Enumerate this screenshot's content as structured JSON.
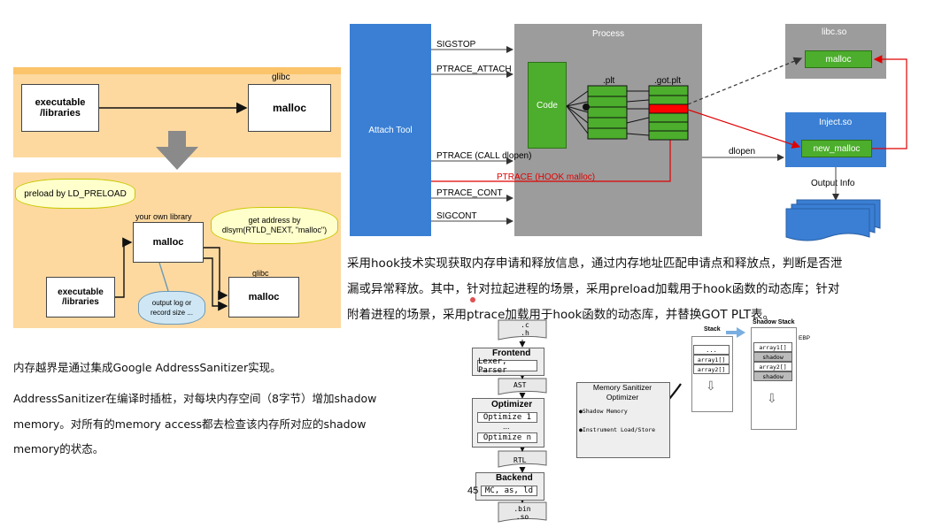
{
  "diagram_left": {
    "top": {
      "executable": "executable\n/libraries",
      "glibc": "glibc",
      "malloc": "malloc"
    },
    "bottom": {
      "preload_label": "preload by LD_PRELOAD",
      "your_lib_label": "your own library",
      "lib_malloc": "malloc",
      "get_address": "get address by\ndlsym(RTLD_NEXT, \"malloc\")",
      "glibc": "glibc",
      "glibc_malloc": "malloc",
      "executable": "executable\n/libraries",
      "output_log": "output log or\nrecord size ..."
    }
  },
  "diagram_hook": {
    "attach_tool": "Attach Tool",
    "process": "Process",
    "signals": [
      "SIGSTOP",
      "PTRACE_ATTACH",
      "PTRACE (CALL dlopen)",
      "PTRACE (HOOK malloc)",
      "PTRACE_CONT",
      "SIGCONT"
    ],
    "code": "Code",
    "plt": ".plt",
    "got_plt": ".got.plt",
    "libc_so": "libc.so",
    "libc_malloc": "malloc",
    "inject_so": "Inject.so",
    "new_malloc": "new_malloc",
    "dlopen": "dlopen",
    "output_info": "Output Info"
  },
  "text": {
    "hook_paragraph": [
      "采用hook技术实现获取内存申请和释放信息，通过内存地址匹配申请点和释放点，判断是否泄",
      "漏或异常释放。其中，针对拉起进程的场景，采用preload加载用于hook函数的动态库；针对",
      "附着进程的场景，采用ptrace加载用于hook函数的动态库，并替换GOT PLT表。"
    ],
    "asan_title": "内存越界是通过集成Google AddressSanitizer实现。",
    "asan_paragraph": [
      "AddressSanitizer在编译时插桩，对每块内存空间（8字节）增加shadow",
      "memory。对所有的memory  access都去检查该内存所对应的shadow",
      "memory的状态。"
    ]
  },
  "diagram_asan": {
    "c_files": ".c\n.h",
    "frontend": "Frontend",
    "lexer": "Lexer, Parser",
    "ast": "AST",
    "optimizer": "Optimizer",
    "optimize_1": "Optimize 1",
    "ellipsis": "...",
    "optimize_n": "Optimize n",
    "ir": "RTL",
    "backend": "Backend",
    "backend_sub": "MC, as, ld",
    "bin": ".bin\n.so",
    "ms_optimizer": "Memory Sanitizer\nOptimizer",
    "ms_items": [
      "●Shadow Memory",
      "●Instrument Load/Store"
    ],
    "stack_title": "Stack",
    "stack_items": [
      "...",
      "array1[]",
      "array2[]"
    ],
    "shadow_stack_title": "Shadow Stack",
    "shadow_items": [
      "array1[]",
      "shadow",
      "array2[]",
      "shadow"
    ],
    "ebp": "EBP",
    "page_number": "45"
  }
}
